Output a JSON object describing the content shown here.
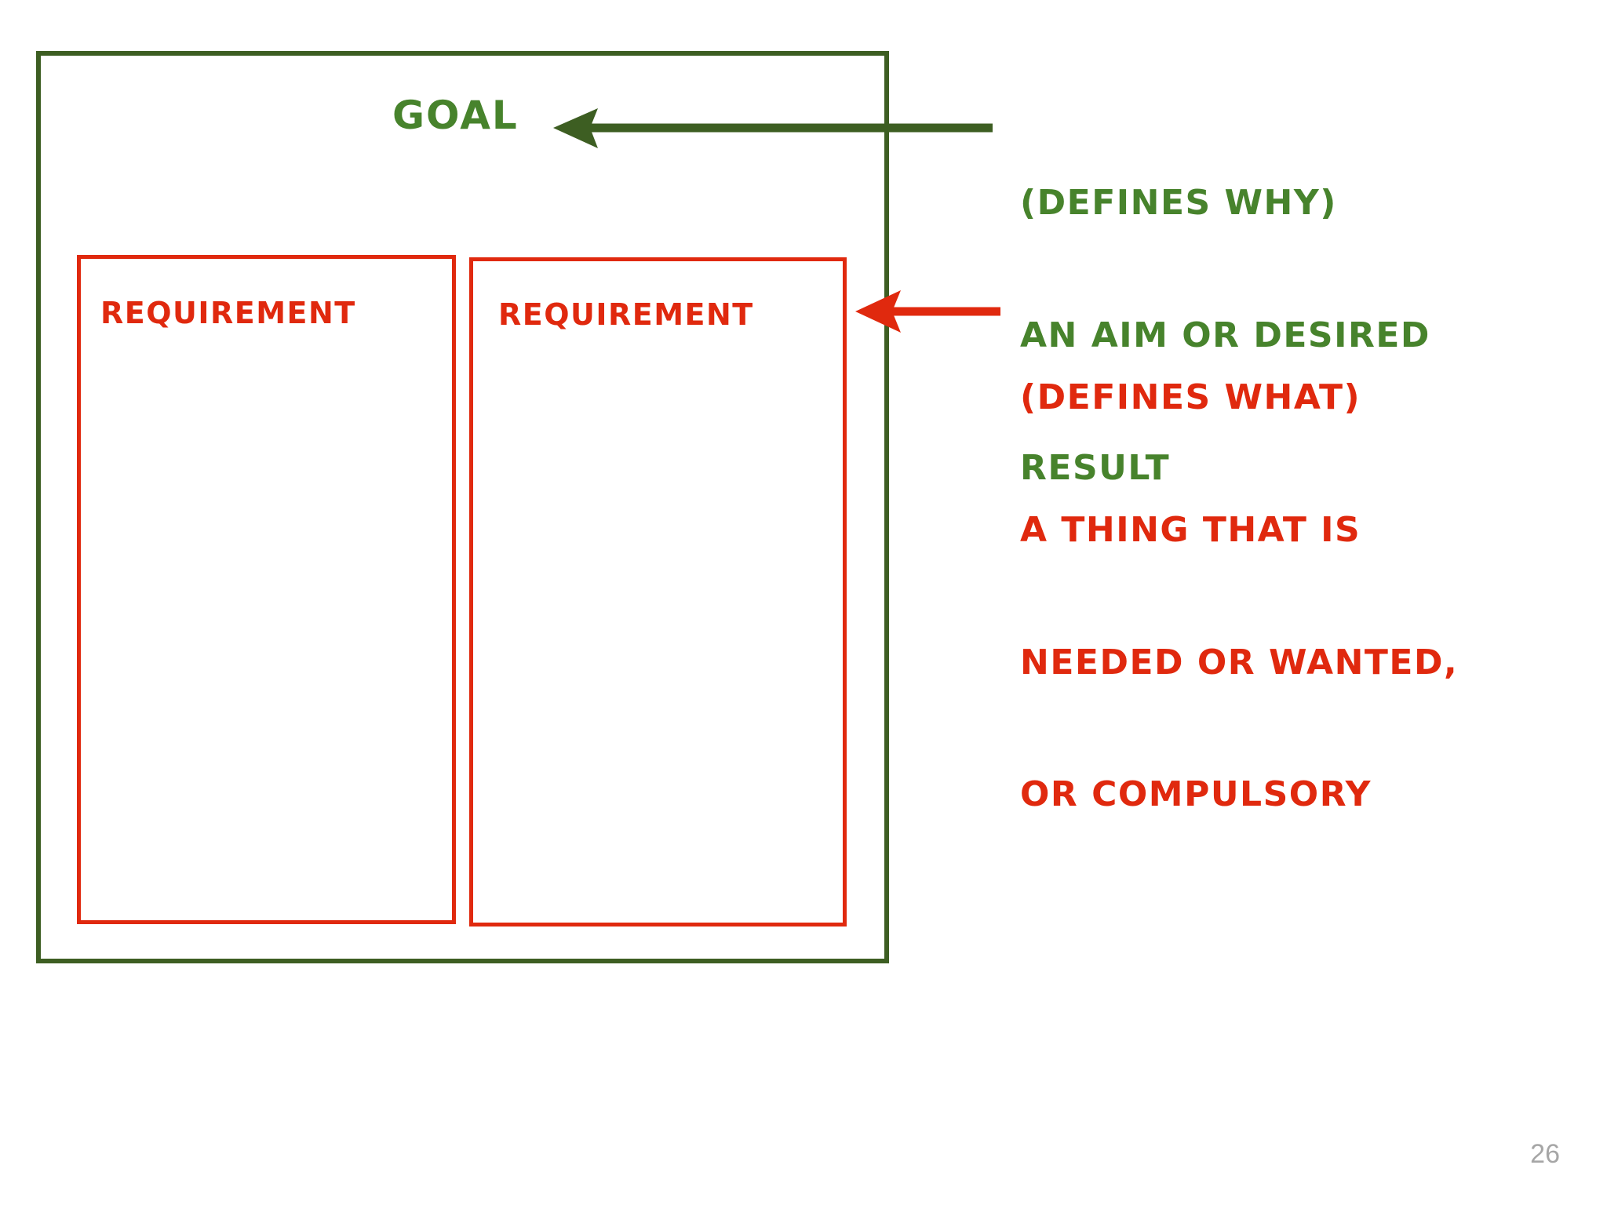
{
  "slide": {
    "page_number": "26",
    "colors": {
      "goal_green_text": "#47832C",
      "goal_green_border": "#3D5E22",
      "requirement_red": "#E0290E",
      "page_number_gray": "#A6A6A6",
      "background": "#FFFFFF"
    }
  },
  "diagram": {
    "goal_container": {
      "label": "GOAL"
    },
    "requirements": [
      {
        "label": "REQUIREMENT"
      },
      {
        "label": "REQUIREMENT"
      }
    ]
  },
  "annotations": {
    "goal": {
      "lines": [
        "(DEFINES WHY)",
        "AN AIM OR DESIRED",
        "RESULT"
      ],
      "line1": "(DEFINES WHY)",
      "line2": "AN AIM OR DESIRED",
      "line3": "RESULT",
      "arrow": "arrow-left-green"
    },
    "requirement": {
      "lines": [
        "(DEFINES WHAT)",
        "A THING THAT IS",
        "NEEDED OR WANTED,",
        "OR COMPULSORY"
      ],
      "line1": "(DEFINES WHAT)",
      "line2": "A THING THAT IS",
      "line3": "NEEDED OR WANTED,",
      "line4": "OR COMPULSORY",
      "arrow": "arrow-left-red"
    }
  }
}
